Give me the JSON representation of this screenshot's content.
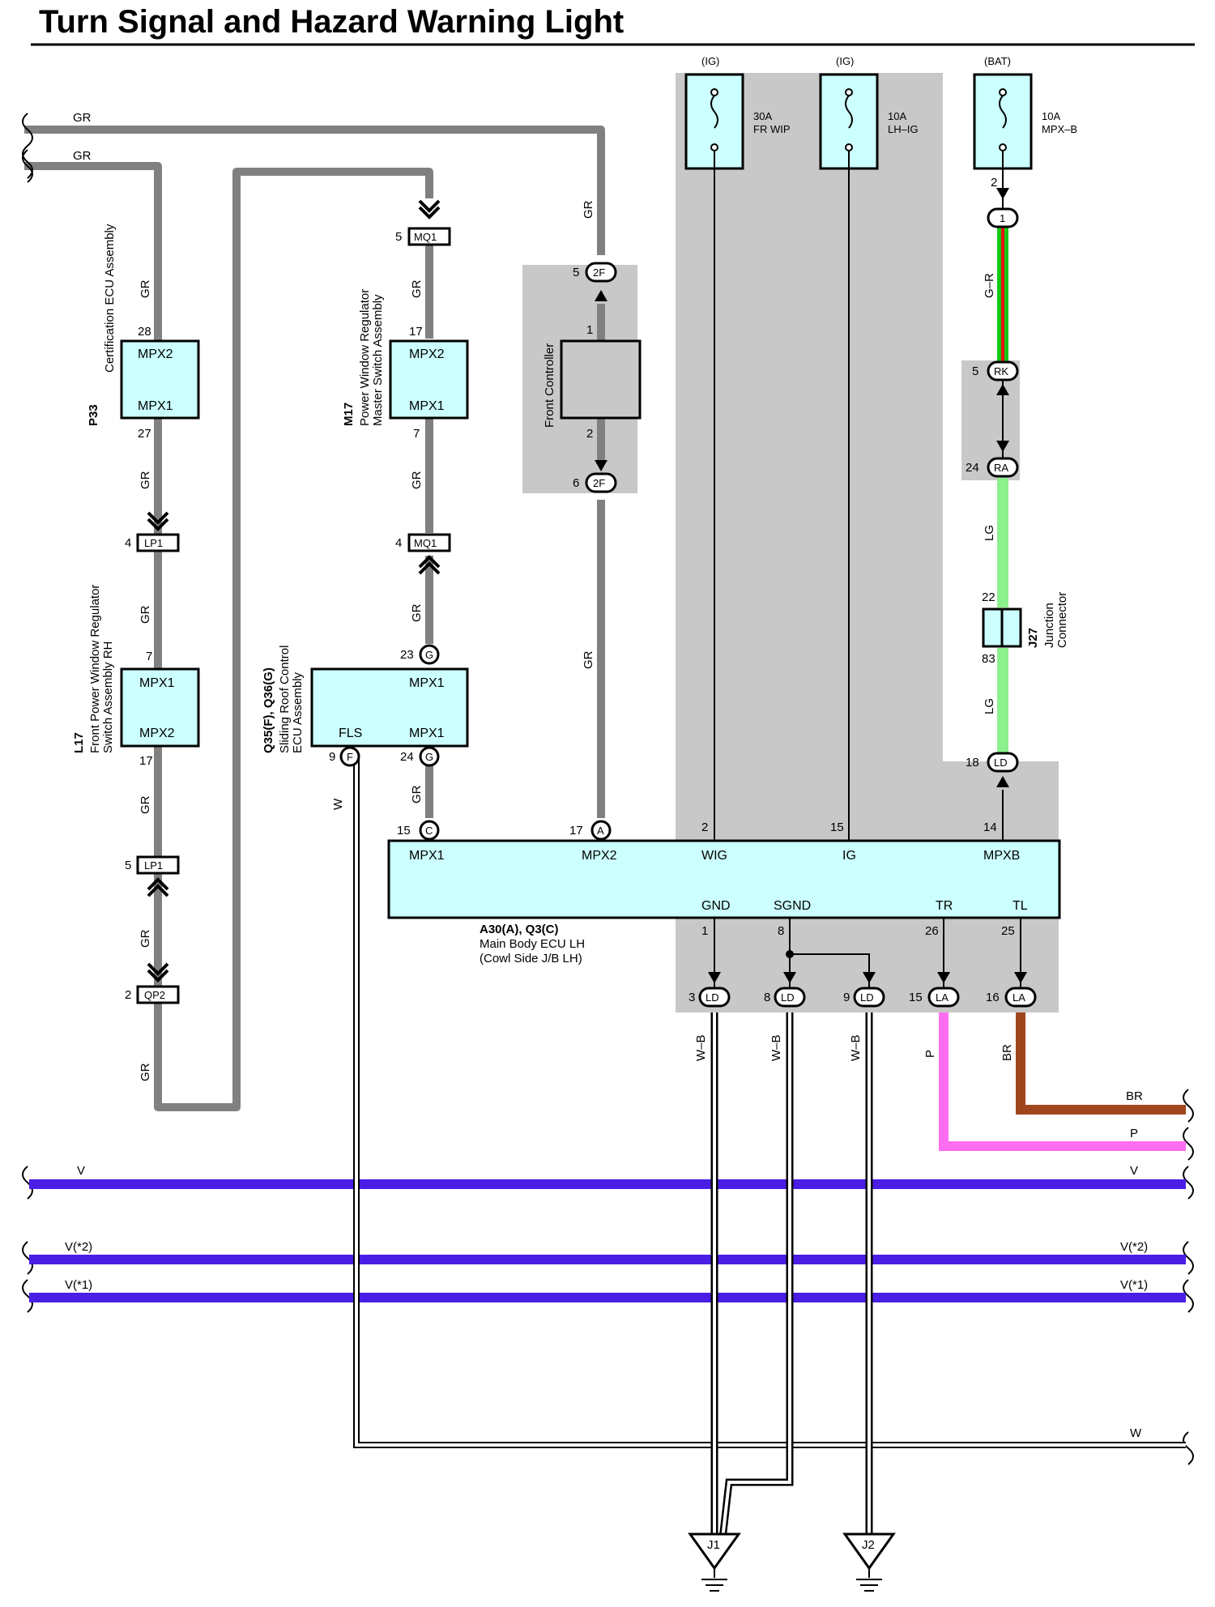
{
  "title": "Turn Signal and Hazard Warning Light",
  "fuses": [
    {
      "supply": "(IG)",
      "rating": "30A",
      "name": "FR WIP"
    },
    {
      "supply": "(IG)",
      "rating": "10A",
      "name": "LH–IG"
    },
    {
      "supply": "(BAT)",
      "rating": "10A",
      "name": "MPX–B"
    }
  ],
  "components": {
    "p33": {
      "code": "P33",
      "name": "Certification ECU Assembly",
      "top_label": "MPX2",
      "bottom_label": "MPX1",
      "pin_top": "28",
      "pin_bottom": "27"
    },
    "m17": {
      "code": "M17",
      "name1": "Power Window Regulator",
      "name2": "Master Switch Assembly",
      "top_label": "MPX2",
      "bottom_label": "MPX1",
      "pin_top": "17",
      "pin_bottom": "7"
    },
    "l17": {
      "code": "L17",
      "name1": "Front Power Window Regulator",
      "name2": "Switch Assembly RH",
      "top_label": "MPX1",
      "bottom_label": "MPX2",
      "pin_top": "7",
      "pin_bottom": "17"
    },
    "q35": {
      "code": "Q35(F), Q36(G)",
      "name1": "Sliding Roof Control",
      "name2": "ECU Assembly",
      "top_label": "MPX1",
      "left_label": "FLS",
      "right_label": "MPX1"
    },
    "front_controller": {
      "name": "Front Controller",
      "pin_top": "1",
      "pin_bottom": "2"
    },
    "j27": {
      "code": "J27",
      "name1": "Junction",
      "name2": "Connector",
      "pin_top": "22",
      "pin_bottom": "83"
    },
    "main_ecu": {
      "code": "A30(A), Q3(C)",
      "name1": "Main Body ECU LH",
      "name2": "(Cowl Side J/B LH)",
      "top_terminals": [
        {
          "label": "MPX1",
          "pin": "15",
          "conn": "C"
        },
        {
          "label": "MPX2",
          "pin": "17",
          "conn": "A"
        },
        {
          "label": "WIG",
          "pin": "2"
        },
        {
          "label": "IG",
          "pin": "15"
        },
        {
          "label": "MPXB",
          "pin": "14"
        }
      ],
      "bottom_terminals": [
        {
          "label": "GND",
          "pin": "1"
        },
        {
          "label": "SGND",
          "pin": "8"
        },
        {
          "label": "TR",
          "pin": "26"
        },
        {
          "label": "TL",
          "pin": "25"
        }
      ]
    }
  },
  "connectors": [
    {
      "id": "MQ1",
      "pin": "5"
    },
    {
      "id": "LP1",
      "pin": "4"
    },
    {
      "id": "MQ1",
      "pin": "4"
    },
    {
      "id": "LP1",
      "pin": "5"
    },
    {
      "id": "QP2",
      "pin": "2"
    },
    {
      "id": "2F",
      "pin": "5"
    },
    {
      "id": "2F",
      "pin": "6"
    },
    {
      "id": "1",
      "pin": "2"
    },
    {
      "id": "RK",
      "pin": "5"
    },
    {
      "id": "RA",
      "pin": "24"
    },
    {
      "id": "LD",
      "pin": "18"
    },
    {
      "id": "G",
      "pin": "23"
    },
    {
      "id": "G",
      "pin": "24"
    },
    {
      "id": "F",
      "pin": "9"
    },
    {
      "id": "LD",
      "pin": "3"
    },
    {
      "id": "LD",
      "pin": "8"
    },
    {
      "id": "LD",
      "pin": "9"
    },
    {
      "id": "LA",
      "pin": "15"
    },
    {
      "id": "LA",
      "pin": "16"
    }
  ],
  "wire_colors": {
    "GR": "GR",
    "G-R": "G–R",
    "LG": "LG",
    "W": "W",
    "W-B": "W–B",
    "P": "P",
    "BR": "BR",
    "V": "V",
    "V2": "V(*2)",
    "V1": "V(*1)"
  },
  "grounds": [
    "J1",
    "J2"
  ],
  "colors": {
    "gray_wire": "#808080",
    "box_fill": "#ccffff",
    "shade": "#c8c8c8",
    "violet": "#4b1ee6",
    "brown": "#a0461e",
    "pink": "#ff6ef0",
    "light_green": "#8cf08c",
    "green": "#14c814",
    "red": "#e61414"
  }
}
